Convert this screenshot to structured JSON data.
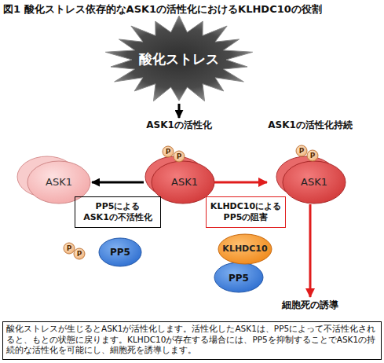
{
  "diagram": {
    "title": "図1 酸化ストレス依存的なASK1の活性化におけるKLHDC10の役割",
    "caption": "酸化ストレスが生じるとASK1が活性化します。活性化したASK1は、PP5によって不活性化されると、もとの状態に戻ります。KLHDC10が存在する場合には、PP5を抑制することでASK1の持続的な活性化を可能にし、細胞死を誘導します。",
    "nodes": [
      {
        "text": [
          "酸化ストレス"
        ]
      },
      {
        "text": [
          "ASK1の活性化",
          "ASK1"
        ]
      },
      {
        "text": [
          "ASK1の活性化持続",
          "ASK1"
        ]
      },
      {
        "text": [
          "ASK1"
        ]
      },
      {
        "text": [
          "PP5による ASK1の不活性化"
        ]
      },
      {
        "text": [
          "KLHDC10による PP5の阻害"
        ]
      },
      {
        "text": [
          "PP5"
        ]
      },
      {
        "text": [
          "KLHDC10"
        ]
      },
      {
        "text": [
          "PP5"
        ]
      },
      {
        "text": [
          "細胞死の誘導"
        ]
      }
    ],
    "edges": [
      {
        "from": 0,
        "to": 1,
        "arrow": "to"
      },
      {
        "from": 1,
        "to": 3,
        "arrow": "to"
      },
      {
        "from": 1,
        "to": 2,
        "arrow": "to"
      },
      {
        "from": 2,
        "to": 9,
        "arrow": "to"
      }
    ],
    "labels": [
      "P",
      "P",
      "P",
      "P",
      "P",
      "P"
    ]
  }
}
